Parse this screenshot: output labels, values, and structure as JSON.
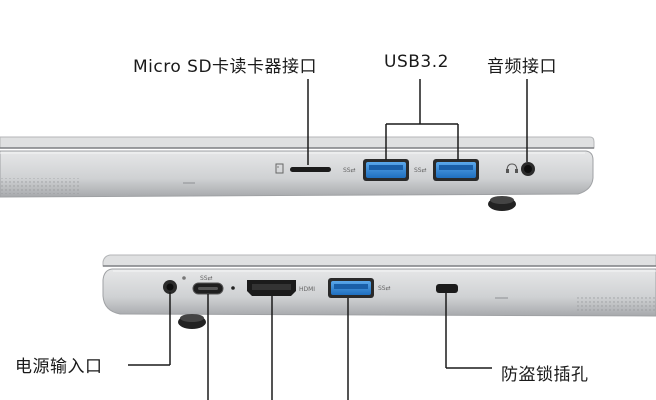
{
  "labels": {
    "sd": "Micro SD卡读卡器接口",
    "usb": "USB3.2",
    "audio": "音频接口",
    "power": "电源输入口",
    "lock": "防盗锁插孔"
  },
  "port_marks": {
    "hdmi": "HDMI"
  },
  "colors": {
    "usb_blue": "#2e86d4",
    "body_silver": "#cfd1d3",
    "body_dark": "#9c9ea1"
  },
  "icons": [
    "sd-card-icon",
    "usb-ss-icon",
    "headphone-icon",
    "type-c-icon",
    "power-led-icon",
    "lock-slot-icon"
  ]
}
